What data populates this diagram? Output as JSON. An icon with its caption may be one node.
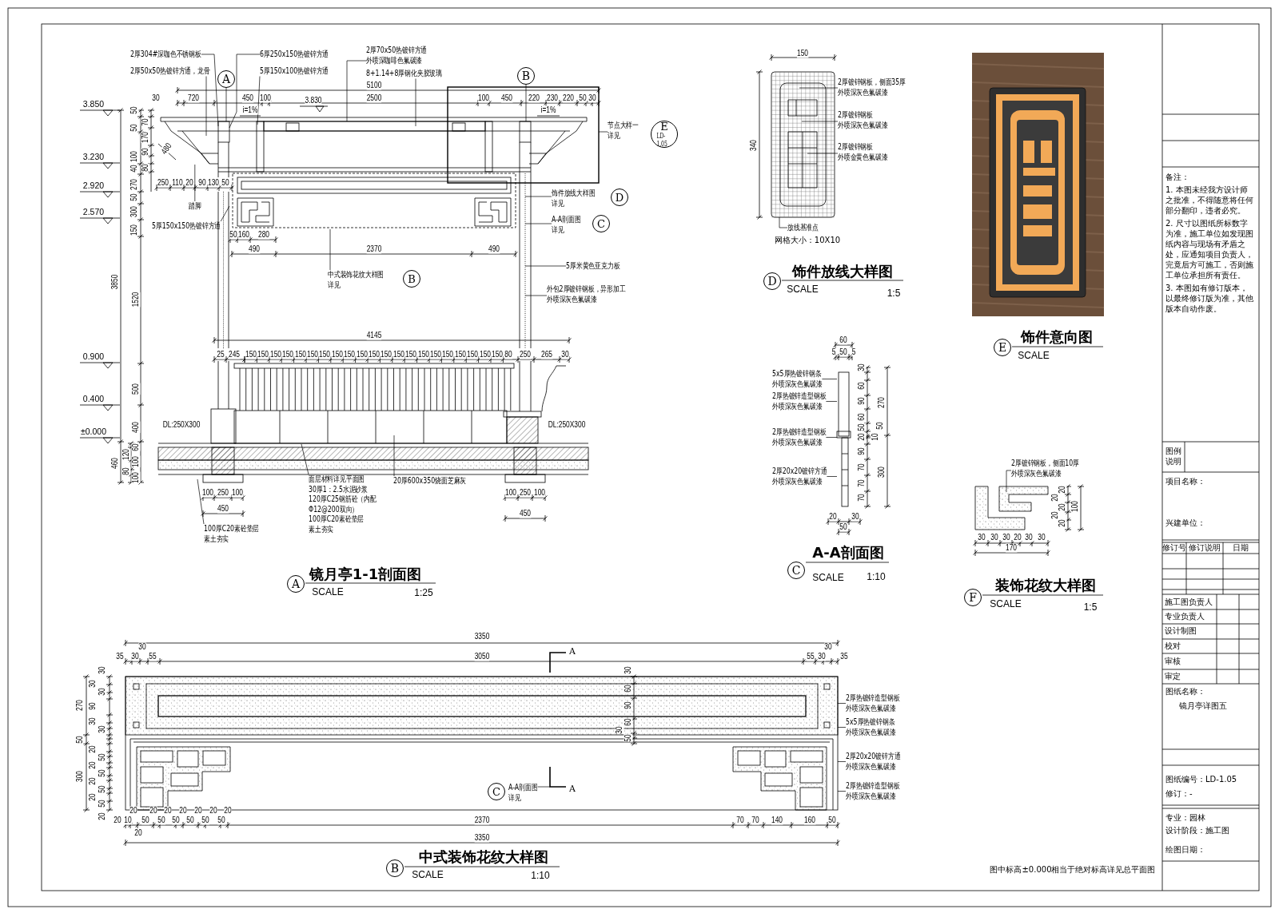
{
  "diagram": {
    "nodes": [
      {
        "text": [
          "2厚304#深咖色不锈钢板"
        ]
      },
      {
        "text": [
          "2厚50x50热镀锌方通，龙骨"
        ]
      },
      {
        "text": [
          "6厚250x150热镀锌方通"
        ]
      },
      {
        "text": [
          "5厚150x100热镀锌方通"
        ]
      },
      {
        "text": [
          "2厚70x50热镀锌方通",
          "外喷深咖啡色氟碳漆"
        ]
      },
      {
        "text": [
          "8+1.14+8厚钢化夹胶玻璃"
        ]
      },
      {
        "text": [
          "踏脚"
        ]
      },
      {
        "text": [
          "5厚150x150热镀锌方通"
        ]
      },
      {
        "text": [
          "节点大样一",
          "详见",
          "E",
          "LD-1.05"
        ]
      },
      {
        "text": [
          "饰件放线大样图",
          "详见",
          "D"
        ]
      },
      {
        "text": [
          "A-A剖面图",
          "详见",
          "C"
        ]
      },
      {
        "text": [
          "中式装饰花纹大样图",
          "详见",
          "B"
        ]
      },
      {
        "text": [
          "5厚米黄色亚克力板"
        ]
      },
      {
        "text": [
          "外包2厚镀锌钢板，异形加工",
          "外喷深灰色氟碳漆"
        ]
      },
      {
        "text": [
          "20厚600x350烧面芝麻灰"
        ]
      },
      {
        "text": [
          "面层材料详见平面图",
          "30厚1：2.5水泥砂浆",
          "120厚C25钢筋砼（内配Φ12@200双向）",
          "100厚C20素砼垫层",
          "素土夯实"
        ]
      },
      {
        "text": [
          "100厚C20素砼垫层",
          "素土夯实"
        ]
      },
      {
        "text": [
          "A"
        ]
      },
      {
        "text": [
          "B"
        ]
      },
      {
        "text": [
          "2厚镀锌钢板，侧面35厚",
          "外喷深灰色氟碳漆"
        ]
      },
      {
        "text": [
          "2厚镀锌钢板",
          "外喷深灰色氟碳漆"
        ]
      },
      {
        "text": [
          "2厚镀锌钢板",
          "外喷金黄色氟碳漆"
        ]
      },
      {
        "text": [
          "放线基准点"
        ]
      },
      {
        "text": [
          "5x5厚热镀锌钢条",
          "外喷深灰色氟碳漆"
        ]
      },
      {
        "text": [
          "2厚热镀锌造型钢板",
          "外喷深灰色氟碳漆"
        ]
      },
      {
        "text": [
          "2厚热镀锌造型钢板",
          "外喷深灰色氟碳漆"
        ]
      },
      {
        "text": [
          "2厚20x20镀锌方通",
          "外喷深灰色氟碳漆"
        ]
      },
      {
        "text": [
          "2厚镀锌钢板，侧面10厚",
          "外喷深灰色氟碳漆"
        ]
      },
      {
        "text": [
          "2厚热镀锌造型钢板",
          "外喷深灰色氟碳漆"
        ]
      },
      {
        "text": [
          "5x5厚热镀锌钢条",
          "外喷深灰色氟碳漆"
        ]
      },
      {
        "text": [
          "2厚20x20镀锌方通",
          "外喷深灰色氟碳漆"
        ]
      },
      {
        "text": [
          "2厚热镀锌造型钢板",
          "外喷深灰色氟碳漆"
        ]
      },
      {
        "text": [
          "C",
          "A-A剖面图",
          "详见"
        ],
        "in": 43
      },
      {
        "text": [
          "A"
        ],
        "beside": [
          "镜月亭1-1剖面图",
          "SCALE",
          "1:25"
        ]
      },
      {
        "text": [
          "D"
        ],
        "beside": [
          "饰件放线大样图",
          "SCALE",
          "1:5"
        ]
      },
      {
        "text": [
          "E"
        ],
        "beside": [
          "饰件意向图",
          "SCALE"
        ]
      },
      {
        "text": [
          "C"
        ],
        "beside": [
          "A-A剖面图",
          "SCALE",
          "1:10"
        ]
      },
      {
        "text": [
          "F"
        ],
        "beside": [
          "装饰花纹大样图",
          "SCALE",
          "1:5"
        ]
      },
      {
        "text": [
          "B"
        ],
        "beside": [
          "中式装饰花纹大样图",
          "SCALE",
          "1:10"
        ]
      },
      {
        "text": [],
        "shape": "box"
      },
      {
        "text": [],
        "shape": "box"
      },
      {
        "text": [],
        "shape": "bar"
      },
      {
        "text": [],
        "shape": "bar"
      },
      {
        "text": [],
        "shape": "box"
      }
    ],
    "edges": [
      {
        "from": 0,
        "to": 39,
        "arrow": "none"
      },
      {
        "from": 1,
        "to": 41,
        "arrow": "none"
      },
      {
        "from": 2,
        "to": 39,
        "arrow": "none"
      },
      {
        "from": 3,
        "to": null,
        "arrow": "none"
      },
      {
        "from": 4,
        "to": null,
        "arrow": "none"
      },
      {
        "from": 5,
        "to": null,
        "arrow": "none"
      },
      {
        "from": 6,
        "to": 41,
        "arrow": "none"
      },
      {
        "from": 7,
        "to": null,
        "arrow": "none"
      },
      {
        "from": 8,
        "to": null,
        "arrow": "none"
      },
      {
        "from": 9,
        "to": null,
        "arrow": "none"
      },
      {
        "from": 10,
        "to": null,
        "arrow": "none"
      },
      {
        "from": 11,
        "to": null,
        "arrow": "none"
      },
      {
        "from": 12,
        "to": null,
        "arrow": "none"
      },
      {
        "from": 13,
        "to": null,
        "arrow": "none"
      },
      {
        "from": 14,
        "to": null,
        "arrow": "none"
      },
      {
        "from": 15,
        "to": null,
        "arrow": "none"
      },
      {
        "from": 16,
        "to": null,
        "arrow": "none"
      },
      {
        "from": 17,
        "to": 39,
        "arrow": "none"
      },
      {
        "from": 18,
        "to": 40,
        "arrow": "none"
      },
      {
        "from": 19,
        "to": null,
        "arrow": "none"
      },
      {
        "from": 20,
        "to": null,
        "arrow": "none"
      },
      {
        "from": 21,
        "to": null,
        "arrow": "none"
      },
      {
        "from": 22,
        "to": null,
        "arrow": "none"
      },
      {
        "from": 23,
        "to": 42,
        "arrow": "none"
      },
      {
        "from": 24,
        "to": 42,
        "arrow": "none"
      },
      {
        "from": 25,
        "to": 42,
        "arrow": "none"
      },
      {
        "from": 26,
        "to": 42,
        "arrow": "none"
      },
      {
        "from": 27,
        "to": null,
        "arrow": "none"
      },
      {
        "from": 28,
        "to": 43,
        "arrow": "none"
      },
      {
        "from": 29,
        "to": 43,
        "arrow": "none"
      },
      {
        "from": 30,
        "to": 43,
        "arrow": "none"
      },
      {
        "from": 31,
        "to": 43,
        "arrow": "none"
      },
      {
        "from": 32,
        "to": 43,
        "arrow": "none"
      }
    ],
    "labels": [
      "5100",
      "30",
      "720",
      "450",
      "100",
      "2500",
      "100",
      "450",
      "220",
      "230",
      "220",
      "50",
      "30",
      "i=1%",
      "i=1%",
      "3.830",
      "3.850",
      "3.230",
      "2.920",
      "2.570",
      "0.900",
      "0.400",
      "±0.000",
      "50",
      "50",
      "100",
      "40",
      "270",
      "50",
      "300",
      "150",
      "70",
      "170",
      "90",
      "80",
      "3850",
      "1520",
      "500",
      "400",
      "60",
      "120",
      "100",
      "80",
      "100",
      "460",
      "480",
      "250",
      "110",
      "20",
      "90",
      "130",
      "50",
      "50",
      "160",
      "280",
      "490",
      "2370",
      "490",
      "4145",
      "25",
      "245",
      "150",
      "150",
      "150",
      "150",
      "150",
      "150",
      "150",
      "150",
      "150",
      "150",
      "150",
      "150",
      "150",
      "150",
      "150",
      "150",
      "150",
      "150",
      "150",
      "150",
      "150",
      "80",
      "250",
      "265",
      "30",
      "DL:250X300",
      "DL:250X300",
      "100",
      "250",
      "100",
      "100",
      "250",
      "100",
      "450",
      "450",
      "150",
      "340",
      "网格大小：10X10",
      "60",
      "5",
      "50",
      "5",
      "30",
      "60",
      "90",
      "60",
      "50",
      "20",
      "10",
      "50",
      "90",
      "70",
      "70",
      "70",
      "270",
      "300",
      "20",
      "30",
      "50",
      "30",
      "30",
      "30",
      "20",
      "30",
      "30",
      "170",
      "20",
      "20",
      "20",
      "20",
      "20",
      "100",
      "3350",
      "30",
      "30",
      "35",
      "30",
      "55",
      "3050",
      "55",
      "30",
      "35",
      "A",
      "A",
      "270",
      "50",
      "300",
      "20",
      "30",
      "30",
      "30",
      "90",
      "30",
      "30",
      "20",
      "50",
      "20",
      "50",
      "20",
      "50",
      "20",
      "50",
      "30",
      "60",
      "90",
      "60",
      "30",
      "50",
      "20",
      "10",
      "50",
      "50",
      "50",
      "50",
      "50",
      "50",
      "20",
      "20",
      "20",
      "20",
      "20",
      "20",
      "20",
      "20",
      "2370",
      "3350",
      "70",
      "70",
      "140",
      "160",
      "50",
      "图中标高±0.000相当于绝对标高详见总平面图",
      "备注：",
      "1. 本图未经我方设计师之批准，不得随意将任何部分翻印，违者必究。",
      "2. 尺寸以图纸所标数字为准，施工单位如发现图纸内容与现场有矛盾之处，应通知项目负责人，完竟后方可施工，否则施工单位承担所有责任。",
      "3. 本图如有修订版本，以最终修订版为准，其他版本自动作废。",
      "图例说明",
      "项目名称：",
      "兴建单位：",
      "修订号",
      "修订说明",
      "日期",
      "施工图负责人",
      "专业负责人",
      "设计制图",
      "校对",
      "审核",
      "审定",
      "图纸名称：",
      "镜月亭详图五",
      "图纸编号：LD-1.05",
      "修订：-",
      "专业：园林",
      "设计阶段：施工图",
      "绘图日期："
    ]
  }
}
